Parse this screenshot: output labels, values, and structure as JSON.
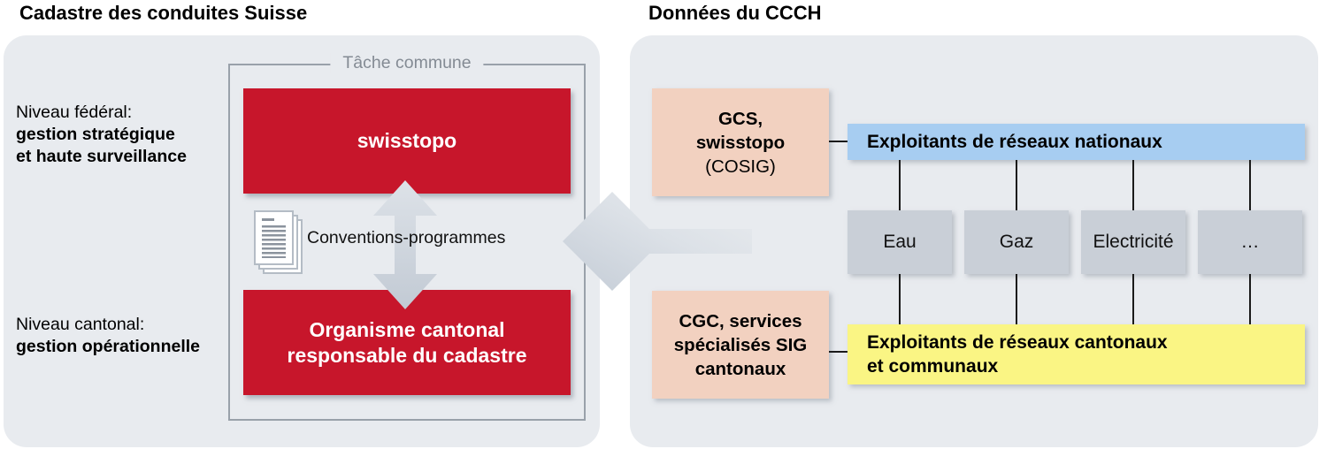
{
  "titles": {
    "left": "Cadastre des conduites Suisse",
    "right": "Données du CCCH"
  },
  "left_panel": {
    "federal_label": {
      "line1": "Niveau fédéral:",
      "line2": "gestion stratégique",
      "line3": "et haute surveillance"
    },
    "cantonal_label": {
      "line1": "Niveau cantonal:",
      "line2": "gestion opérationnelle"
    },
    "task_box_label": "Tâche commune",
    "swisstopo_box": "swisstopo",
    "conventions_label": "Conventions-programmes",
    "cantonal_box": {
      "line1": "Organisme cantonal",
      "line2": "responsable du cadastre"
    }
  },
  "right_panel": {
    "gcs_box": {
      "line1": "GCS,",
      "line2": "swisstopo",
      "line3": "(COSIG)"
    },
    "national_operators_box": "Exploitants de réseaux nationaux",
    "utilities": [
      "Eau",
      "Gaz",
      "Electricité",
      "…"
    ],
    "cgc_box": {
      "line1": "CGC, services",
      "line2": "spécialisés SIG",
      "line3": "cantonaux"
    },
    "cantonal_operators_box": {
      "line1": "Exploitants de réseaux cantonaux",
      "line2": "et communaux"
    }
  },
  "colors": {
    "red": "#c7162b",
    "panel_gray": "#e8ebef",
    "blue": "#a7cdf1",
    "yellow": "#faf584",
    "salmon": "#f2d1c0",
    "box_gray": "#c9cfd7",
    "arrow_gray": "#c7ced8",
    "line_black": "#1a1a1a"
  }
}
